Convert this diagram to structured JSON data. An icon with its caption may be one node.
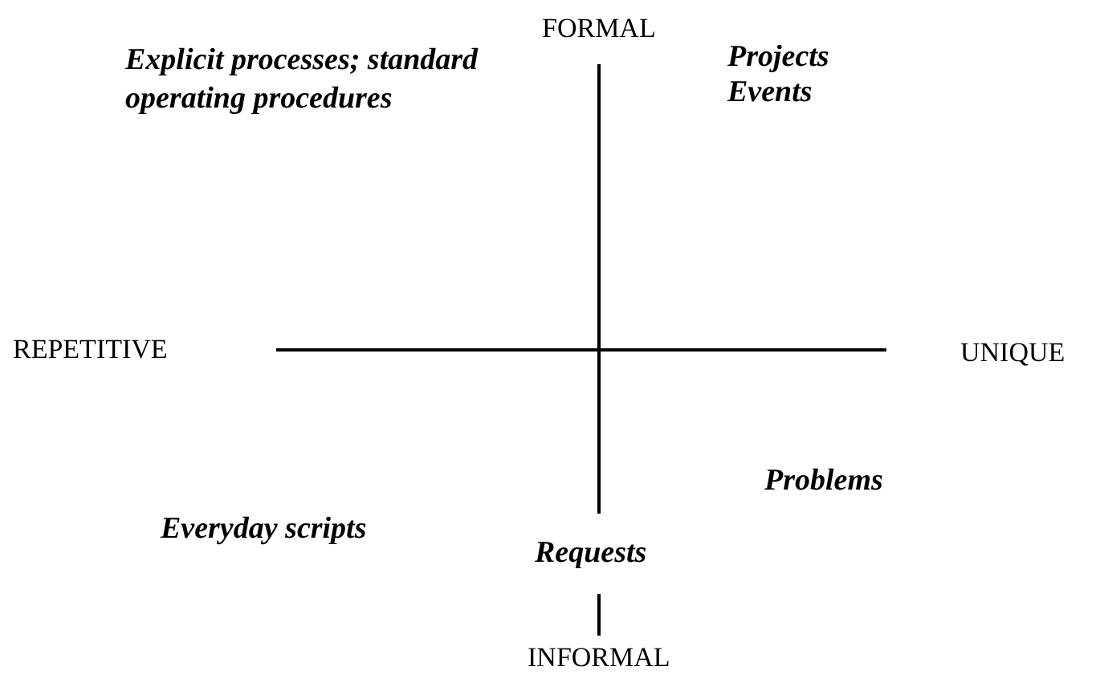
{
  "diagram": {
    "labels": [
      "FORMAL",
      "Explicit processes; standard operating procedures",
      "Projects",
      "Events",
      "REPETITIVE",
      "UNIQUE",
      "Problems",
      "Everyday scripts",
      "Requests",
      "INFORMAL"
    ]
  }
}
